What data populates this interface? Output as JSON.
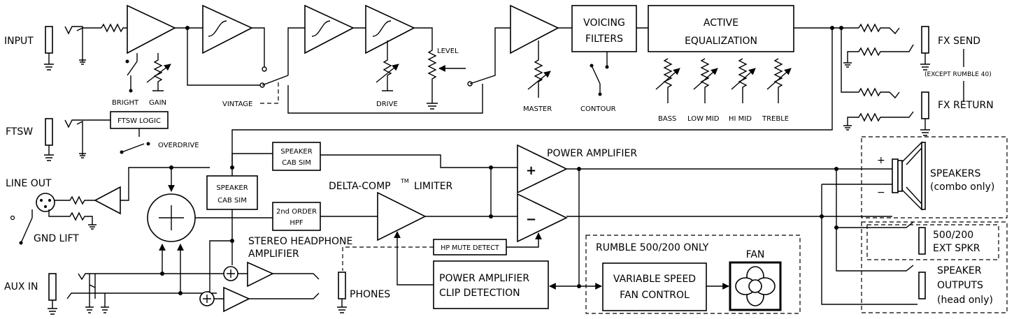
{
  "labels": {
    "input": "INPUT",
    "ftsw": "FTSW",
    "line_out": "LINE OUT",
    "gnd_lift": "GND LIFT",
    "aux_in": "AUX IN",
    "bright": "BRIGHT",
    "gain": "GAIN",
    "vintage": "VINTAGE",
    "drive": "DRIVE",
    "level": "LEVEL",
    "master": "MASTER",
    "voicing_filters_1": "VOICING",
    "voicing_filters_2": "FILTERS",
    "contour": "CONTOUR",
    "active_eq_1": "ACTIVE",
    "active_eq_2": "EQUALIZATION",
    "bass": "BASS",
    "low_mid": "LOW MID",
    "hi_mid": "HI MID",
    "treble": "TREBLE",
    "fx_send": "FX SEND",
    "except_rumble": "(EXCEPT RUMBLE 40)",
    "fx_return": "FX RETURN",
    "ftsw_logic": "FTSW LOGIC",
    "overdrive": "OVERDRIVE",
    "speaker_cab_sim_1": "SPEAKER",
    "speaker_cab_sim_2": "CAB SIM",
    "speaker_cab_sim_b1": "SPEAKER",
    "speaker_cab_sim_b2": "CAB SIM",
    "hpf_1": "2nd ORDER",
    "hpf_2": "HPF",
    "power_amplifier": "POWER AMPLIFIER",
    "delta_comp": "DELTA-COMP",
    "delta_comp_tm": "TM",
    "limiter": "LIMITER",
    "hp_mute_detect": "HP MUTE DETECT",
    "stereo_headphone_1": "STEREO HEADPHONE",
    "stereo_headphone_2": "AMPLIFIER",
    "phones": "PHONES",
    "clip_detection_1": "POWER AMPLIFIER",
    "clip_detection_2": "CLIP DETECTION",
    "rumble_only": "RUMBLE 500/200 ONLY",
    "fan_control_1": "VARIABLE SPEED",
    "fan_control_2": "FAN CONTROL",
    "fan": "FAN",
    "speakers_1": "SPEAKERS",
    "speakers_2": "(combo only)",
    "ext_spkr_1": "500/200",
    "ext_spkr_2": "EXT SPKR",
    "speaker_outputs_1": "SPEAKER",
    "speaker_outputs_2": "OUTPUTS",
    "speaker_outputs_3": "(head only)",
    "plus": "+",
    "minus": "−",
    "spk_plus": "+",
    "spk_minus": "−"
  }
}
